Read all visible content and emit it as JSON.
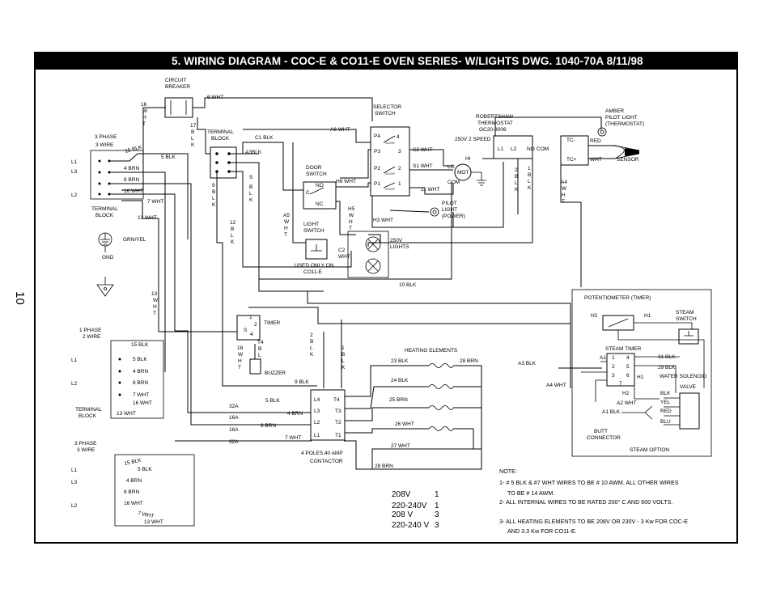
{
  "title": "5. WIRING DIAGRAM - COC-E & CO11-E  OVEN SERIES- W/LIGHTS      DWG. 1040-70A 8/11/98",
  "page_number": "10",
  "components": {
    "circuit_breaker": "CIRCUIT BREAKER",
    "terminal_block_top": "TERMINAL BLOCK",
    "phase3_wire3_top": "3 PHASE 3 WIRE",
    "terminal_block_left": "TERMINAL BLOCK",
    "gnd": "GND",
    "grn_yel": "GRN/YEL",
    "selector_switch": "SELECTOR SWITCH",
    "door_switch": "DOOR SWITCH",
    "robertshaw": "ROBERTSHAW THERMOSTAT GC20-3006",
    "amber_pilot": "AMBER PILOT LIGHT (THERMOSTAT)",
    "speed_2": "250V 2 SPEED",
    "sensor": "SENSOR",
    "pilot_light": "PILOT LIGHT (POWER)",
    "light_switch": "LIGHT SWITCH",
    "used_only_on": "USED ONLY ON CO11-E",
    "lights_250v": "250V LIGHTS",
    "timer": "TIMER",
    "buzzer": "BUZZER",
    "heating_elements": "HEATING ELEMENTS",
    "contactor": "4 POLES,40 AMP CONTACTOR",
    "phase1_wire2": "1 PHASE 2 WIRE",
    "terminal_block_mid": "TERMINAL BLOCK",
    "phase3_wire3_bottom": "3 PHASE 3 WIRE",
    "potentiometer": "POTENTIOMETER (TIMER)",
    "steam_switch": "STEAM SWITCH",
    "steam_timer": "STEAM TIMER",
    "water_solenoid": "WATER SOLENOID VALVE",
    "butt_connector": "BUTT CONNECTOR",
    "steam_option": "STEAM OPTION"
  },
  "wire_labels": {
    "wht6": "6 WHT",
    "blk16": "16 W H T",
    "blk17": "17 B L K",
    "c1blk": "C1 BLK",
    "a3blk": "A3BLK",
    "blk15": "15 BLK",
    "blk5": "5  BLK",
    "brn4": "4  BRN",
    "brn8": "8 BRN",
    "wht16": "16 WHT",
    "wht7": "7 WHT",
    "wht13": "13 WHT",
    "a6wht": "A6 WHT",
    "s2wht": "S2 WHT",
    "s1wht": "S1 WHT",
    "wht11": "11 WHT",
    "h6wht": "H6 WHT",
    "h3wht": "H3 WHT",
    "red": "RED",
    "wht": "WHT",
    "blk10": "10 BLK",
    "a3blk2": "A3 BLK",
    "a4wht": "A4  WHT",
    "blk23": "23 BLK",
    "brn28": "28 BRN",
    "blk24": "24 BLK",
    "brn25": "25 BRN",
    "wht26": "26 WHT",
    "wht27": "27 WHT",
    "brn28b": "28 BRN",
    "blk9": "9 BLK",
    "blk31": "31 BLK",
    "blk29": "29 BLK",
    "a2wht": "A2 WHT",
    "a1blk": "A1 BLK",
    "blk": "BLK",
    "yel": "YEL",
    "redv": "RED",
    "blu": "BLU",
    "h2": "H2",
    "h1": "H1",
    "a1": "A1"
  },
  "legend": [
    {
      "voltage": "208V",
      "phase": "1"
    },
    {
      "voltage": "220-240V",
      "phase": "1"
    },
    {
      "voltage": "208 V",
      "phase": "3"
    },
    {
      "voltage": "220-240 V",
      "phase": "3"
    }
  ],
  "notes": {
    "heading": "NOTE:",
    "items": [
      "1-  # 5 BLK  & #7 WHT  WIRES TO BE # 10 AWM. ALL OTHER WIRES",
      "TO BE # 14 AWM.",
      "2-  ALL INTERNAL WIRES TO BE RATED 200° C AND 600 VOLTS.",
      "3-  ALL HEATING ELEMENTS TO BE 208V OR  230V - 3 Kw FOR COC-E",
      "AND 3.3 Kw FOR CO11-E."
    ]
  }
}
